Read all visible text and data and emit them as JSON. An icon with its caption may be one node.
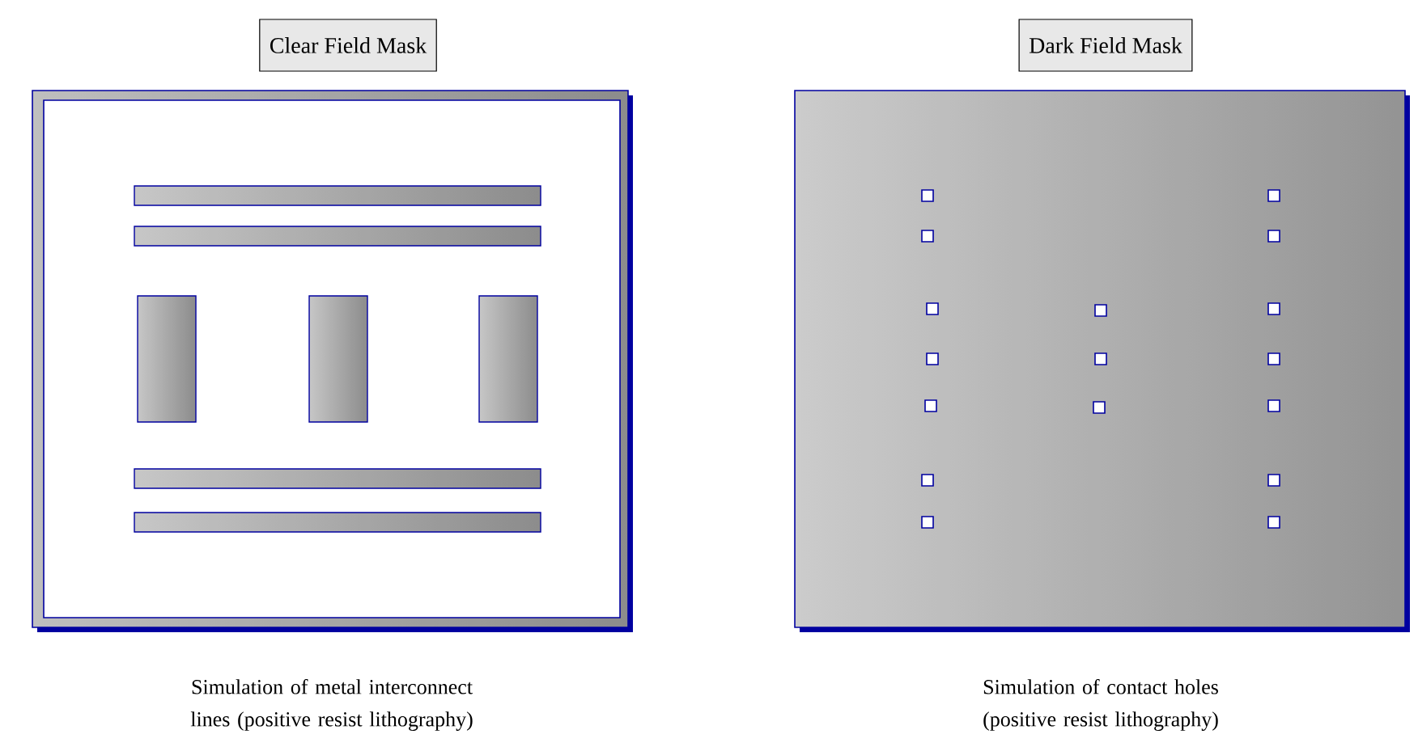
{
  "diagram": {
    "nodes": [
      {
        "text": [
          "Clear Field Mask"
        ]
      },
      {
        "text": [
          "Dark Field Mask"
        ]
      }
    ],
    "edges": [],
    "labels": [
      "Simulation of metal interconnect lines (positive resist lithography)",
      "Simulation of contact holes (positive resist lithography)"
    ]
  }
}
